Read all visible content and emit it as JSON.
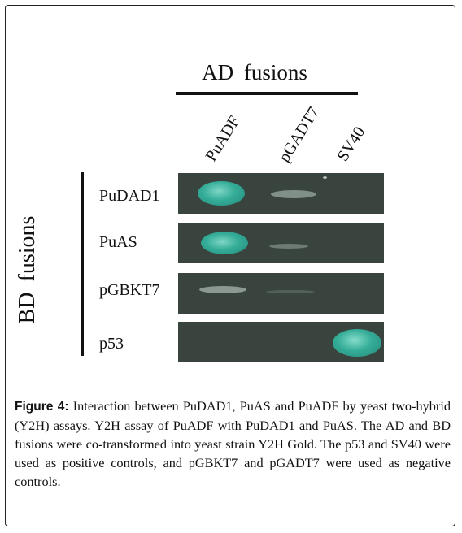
{
  "figure": {
    "ad_title": "AD  fusions",
    "bd_title": "BD  fusions",
    "columns": [
      "PuADF",
      "pGADT7",
      "SV40"
    ],
    "rows": [
      "PuDAD1",
      "PuAS",
      "pGBKT7",
      "p53"
    ],
    "colors": {
      "plate": "#39443f",
      "strong_growth": "#2fa896",
      "weak_growth": "#8a9a92"
    }
  },
  "caption": {
    "label": "Figure 4:",
    "text": "Interaction between PuDAD1, PuAS and PuADF by yeast two-hybrid (Y2H) assays. Y2H assay of PuADF with PuDAD1 and PuAS. The AD and BD fusions were co-transformed into yeast strain Y2H Gold. The p53 and SV40 were used as positive controls, and pGBKT7 and pGADT7 were used as negative controls."
  }
}
